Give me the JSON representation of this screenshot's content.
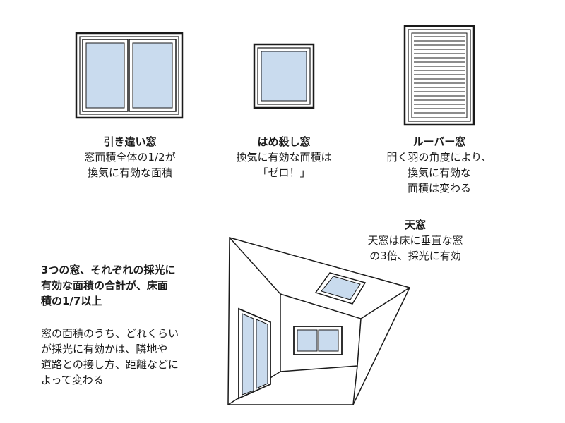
{
  "colors": {
    "glass": "#c9dbee",
    "frame": "#1a1a1a",
    "background": "#ffffff"
  },
  "windows": [
    {
      "name": "sliding-window",
      "title": "引き違い窓",
      "lines": [
        "窓面積全体の1/2が",
        "換気に有効な面積"
      ]
    },
    {
      "name": "fixed-window",
      "title": "はめ殺し窓",
      "lines": [
        "換気に有効な面積は",
        "「ゼロ！」"
      ]
    },
    {
      "name": "louver-window",
      "title": "ルーバー窓",
      "lines": [
        "開く羽の角度により、",
        "換気に有効な",
        "面積は変わる"
      ]
    }
  ],
  "skylight": {
    "title": "天窓",
    "lines": [
      "天窓は床に垂直な窓",
      "の3倍、採光に有効"
    ]
  },
  "left_note": {
    "bold_lines": [
      "3つの窓、それぞれの採光に",
      "有効な面積の合計が、床面",
      "積の1/7以上"
    ],
    "lines": [
      "窓の面積のうち、どれくらい",
      "が採光に有効かは、隣地や",
      "道路との接し方、距離などに",
      "よって変わる"
    ]
  }
}
